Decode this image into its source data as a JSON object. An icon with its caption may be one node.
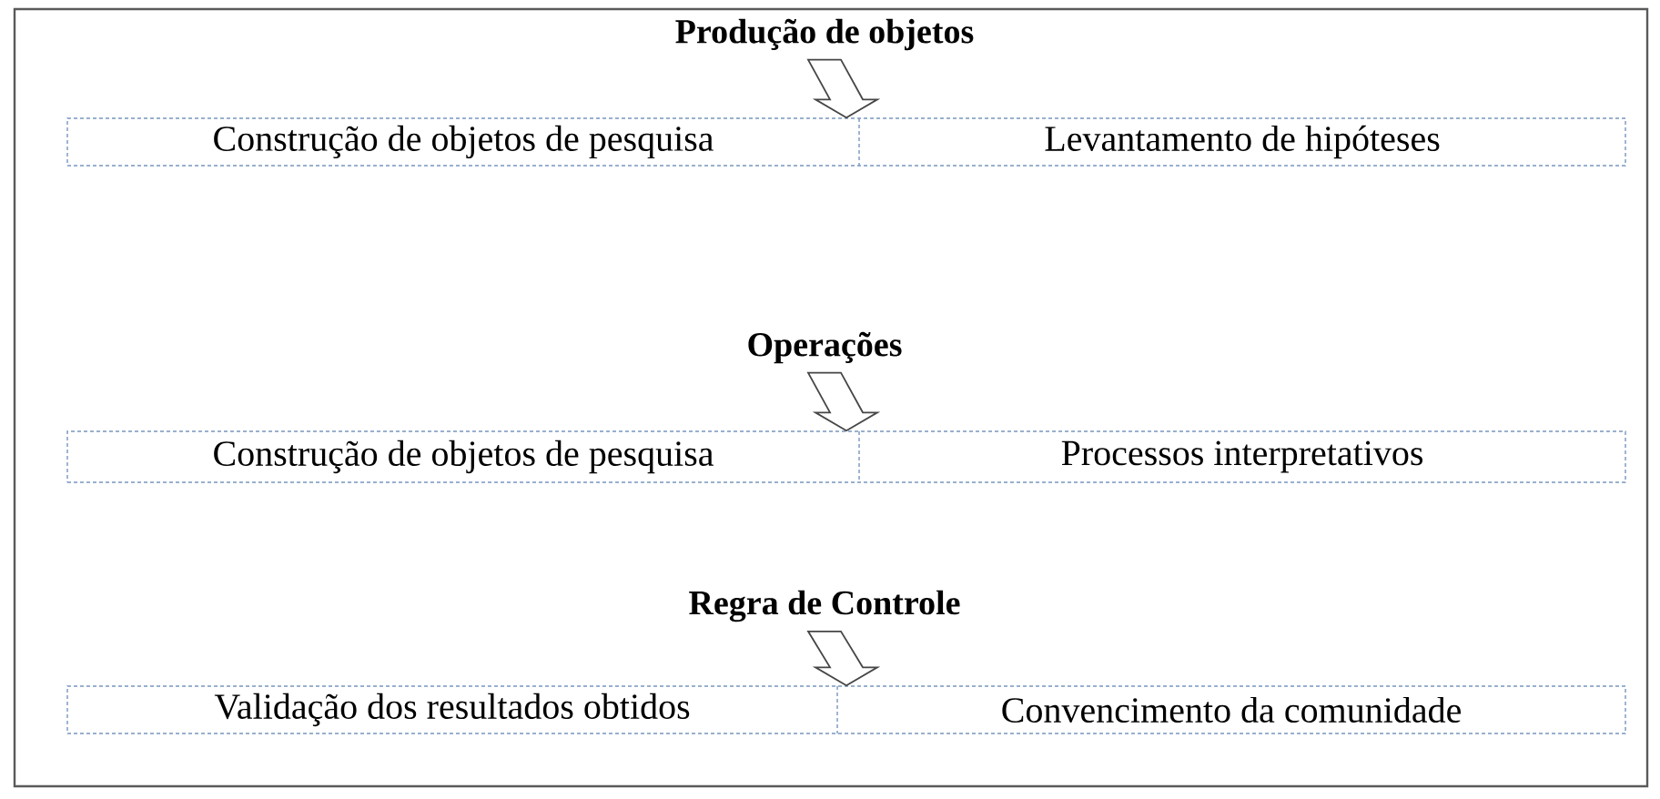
{
  "diagram": {
    "nodes": [
      {
        "text": [
          "Produção de objetos"
        ]
      },
      {
        "text": [],
        "shape": "box"
      },
      {
        "text": [
          "Construção de objetos de pesquisa"
        ],
        "in": 1
      },
      {
        "text": [
          "Levantamento de hipóteses"
        ],
        "in": 1
      },
      {
        "text": [
          "Operações"
        ]
      },
      {
        "text": [],
        "shape": "box"
      },
      {
        "text": [
          "Construção de objetos de pesquisa"
        ],
        "in": 5
      },
      {
        "text": [
          "Processos interpretativos"
        ],
        "in": 5
      },
      {
        "text": [
          "Regra de Controle"
        ]
      },
      {
        "text": [],
        "shape": "box"
      },
      {
        "text": [
          "Validação dos resultados obtidos"
        ],
        "in": 9
      },
      {
        "text": [
          "Convencimento da comunidade"
        ],
        "in": 9
      }
    ],
    "edges": [
      {
        "from": 0,
        "to": 1,
        "arrow": "to"
      },
      {
        "from": 4,
        "to": 5,
        "arrow": "to"
      },
      {
        "from": 8,
        "to": 9,
        "arrow": "to"
      }
    ]
  }
}
